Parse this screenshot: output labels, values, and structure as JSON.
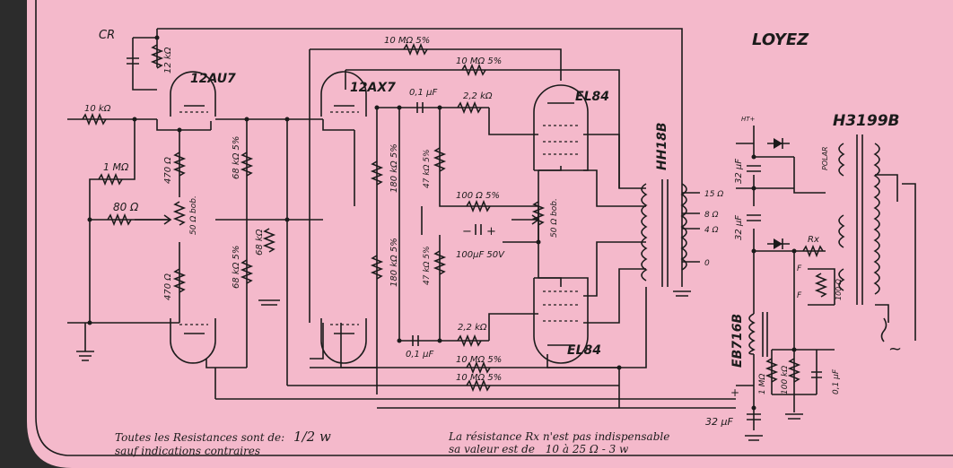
{
  "title": "LOYEZ",
  "tubes": {
    "v1": "12AU7",
    "v2": "12AX7",
    "v3": "EL84",
    "v4": "EL84"
  },
  "transformers": {
    "output": "HH18B",
    "power": "H3199B",
    "choke": "EB716B",
    "power_tag": "POLAR"
  },
  "labels": {
    "cr": "CR",
    "r_12k": "12 kΩ",
    "r_10k_in": "10 kΩ",
    "r_1m": "1 MΩ",
    "r_80": "80 Ω",
    "r_470a": "470 Ω",
    "r_470b": "470 Ω",
    "pot_50bob_l": "50 Ω bob.",
    "r_68k_a": "68 kΩ 5%",
    "r_68k_b": "68 kΩ 5%",
    "r_68k_c": "68 kΩ",
    "r_10m_top1": "10 MΩ 5%",
    "r_10m_top2": "10 MΩ 5%",
    "r_10m_bot1": "10 MΩ 5%",
    "r_10m_bot2": "10 MΩ 5%",
    "c_01_top": "0,1 µF",
    "c_01_bot": "0,1 µF",
    "r_22k_top": "2,2 kΩ",
    "r_22k_bot": "2,2 kΩ",
    "r_180k_top": "180 kΩ 5%",
    "r_180k_bot": "180 kΩ 5%",
    "r_47k_top": "47 kΩ 5%",
    "r_47k_bot": "47 kΩ 5%",
    "r_100": "100 Ω 5%",
    "c_100uf": "100µF 50V",
    "pot_50bob_r": "50 Ω bob.",
    "tap_15": "15 Ω",
    "tap_8": "8 Ω",
    "tap_4": "4 Ω",
    "tap_0": "0",
    "c_32_a": "32 µF",
    "c_32_b": "32 µF",
    "c_32_c": "32 µF",
    "rx": "Rx",
    "fuse_f1": "F",
    "fuse_f2": "F",
    "r_100ohm": "100 Ω",
    "r_1m_b": "1 MΩ",
    "r_100k": "100 kΩ",
    "c_01_c": "0,1 µF",
    "mains": "~",
    "plus_sign": "+",
    "minus_sign": "−",
    "hv_plus": "HT+"
  },
  "notes": {
    "left_line1": "Toutes les Resistances sont de:",
    "left_value": "1/2 w",
    "left_line2": "sauf indications contraires",
    "right_line1": "La résistance Rx n'est pas indispensable",
    "right_line2": "sa valeur est de",
    "right_value": "10 à 25 Ω - 3 w"
  }
}
